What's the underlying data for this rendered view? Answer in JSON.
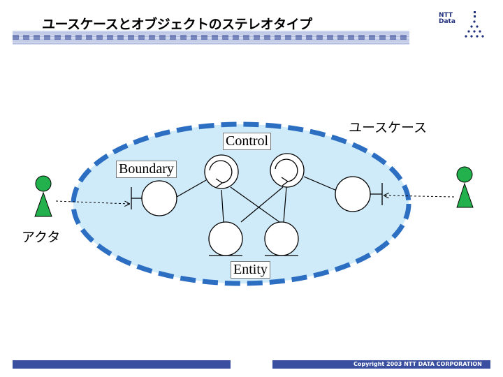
{
  "header": {
    "title": "ユースケースとオブジェクトのステレオタイプ",
    "logo_text": "NTT\nData"
  },
  "diagram": {
    "labels": {
      "control": "Control",
      "usecase": "ユースケース",
      "boundary": "Boundary",
      "actor": "アクタ",
      "entity": "Entity"
    }
  },
  "colors": {
    "ellipse_fill": "#cfeaf9",
    "ellipse_border": "#2c6ec2",
    "actor_head": "#22b14c",
    "actor_body": "#22b14c",
    "footer_bar": "#3a4fa0"
  },
  "icons": [
    "actor-icon",
    "boundary-icon",
    "control-icon",
    "entity-icon"
  ],
  "footer": {
    "copyright": "Copyright 2003 NTT DATA CORPORATION"
  }
}
